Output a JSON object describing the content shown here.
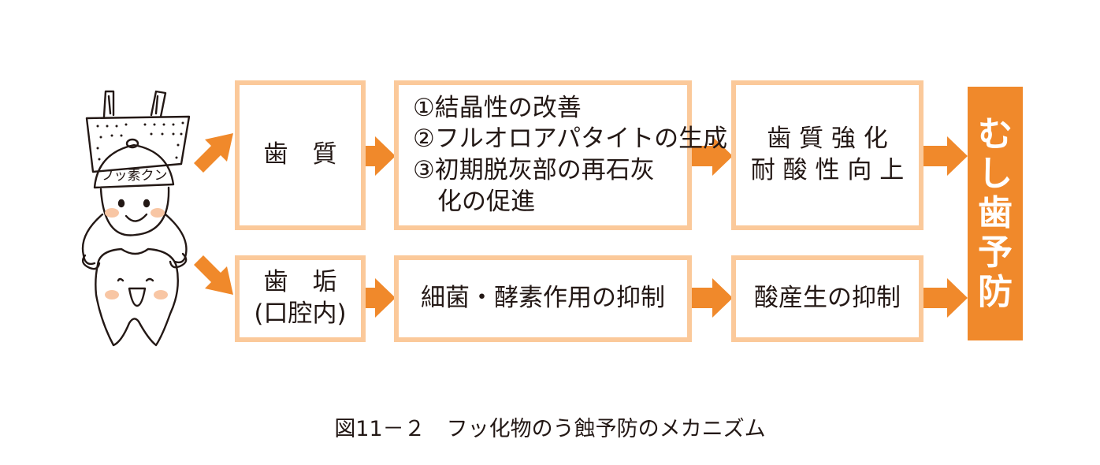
{
  "diagram": {
    "top_row": {
      "source": "歯　質",
      "effects": [
        "①結晶性の改善",
        "②フルオロアパタイトの生成",
        "③初期脱灰部の再石灰",
        "　化の促進"
      ],
      "result": [
        "歯 質 強 化",
        "耐 酸 性 向 上"
      ]
    },
    "bottom_row": {
      "source": [
        "歯　垢",
        "(口腔内)"
      ],
      "effects": "細菌・酵素作用の抑制",
      "result": "酸産生の抑制"
    },
    "outcome": [
      "む",
      "し",
      "歯",
      "予",
      "防"
    ],
    "mascot_hat_text": "フッ素クン",
    "colors": {
      "box_border": "#fbc99a",
      "arrow": "#f0892b",
      "outcome_fill": "#f0892b",
      "text": "#231815"
    }
  },
  "caption": "図11－２　フッ化物のう蝕予防のメカニズム"
}
